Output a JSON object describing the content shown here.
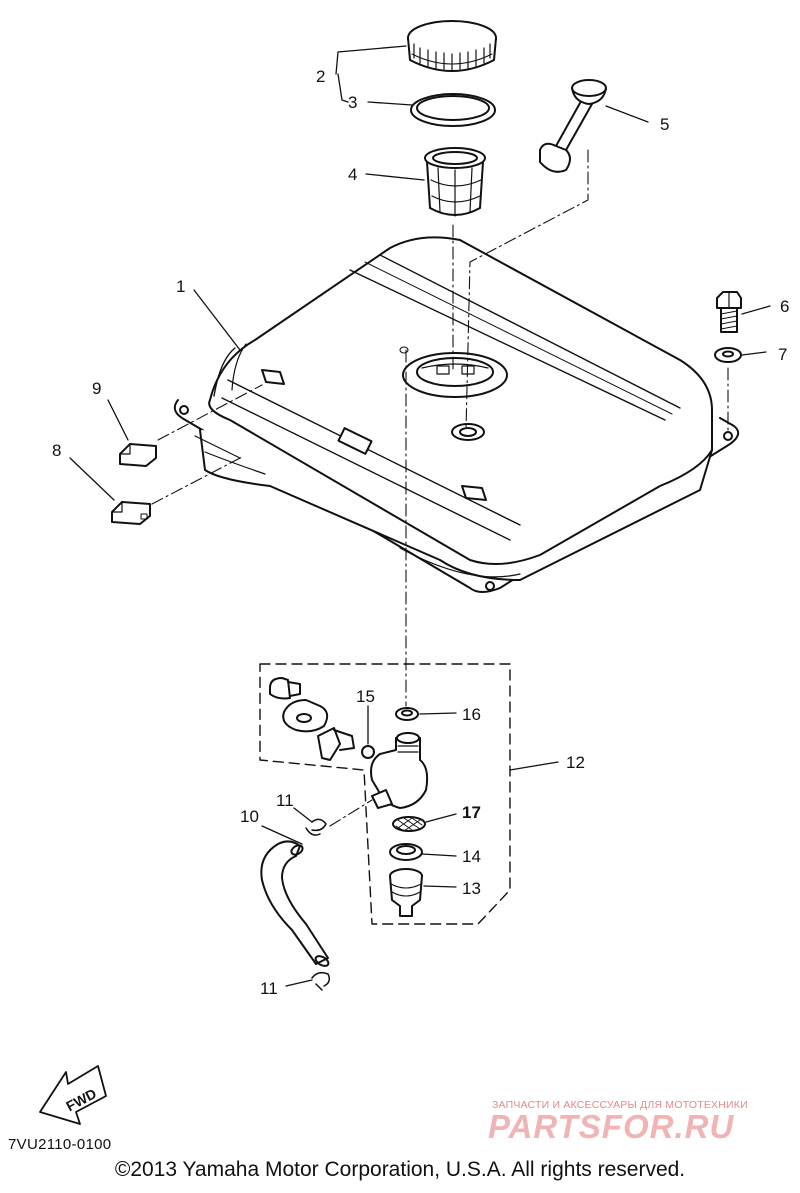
{
  "callouts": {
    "c1": "1",
    "c2": "2",
    "c3": "3",
    "c4": "4",
    "c5": "5",
    "c6": "6",
    "c7": "7",
    "c8": "8",
    "c9": "9",
    "c10": "10",
    "c11a": "11",
    "c11b": "11",
    "c12": "12",
    "c13": "13",
    "c14": "14",
    "c15": "15",
    "c16": "16",
    "c17": "17"
  },
  "fwd_label": "FWD",
  "diagram_code": "7VU2110-0100",
  "copyright": "©2013 Yamaha Motor Corporation, U.S.A. All rights reserved.",
  "watermark": {
    "tagline": "ЗАПЧАСТИ И АКСЕССУАРЫ ДЛЯ МОТОТЕХНИКИ",
    "brand": "PARTSFOR.RU"
  }
}
